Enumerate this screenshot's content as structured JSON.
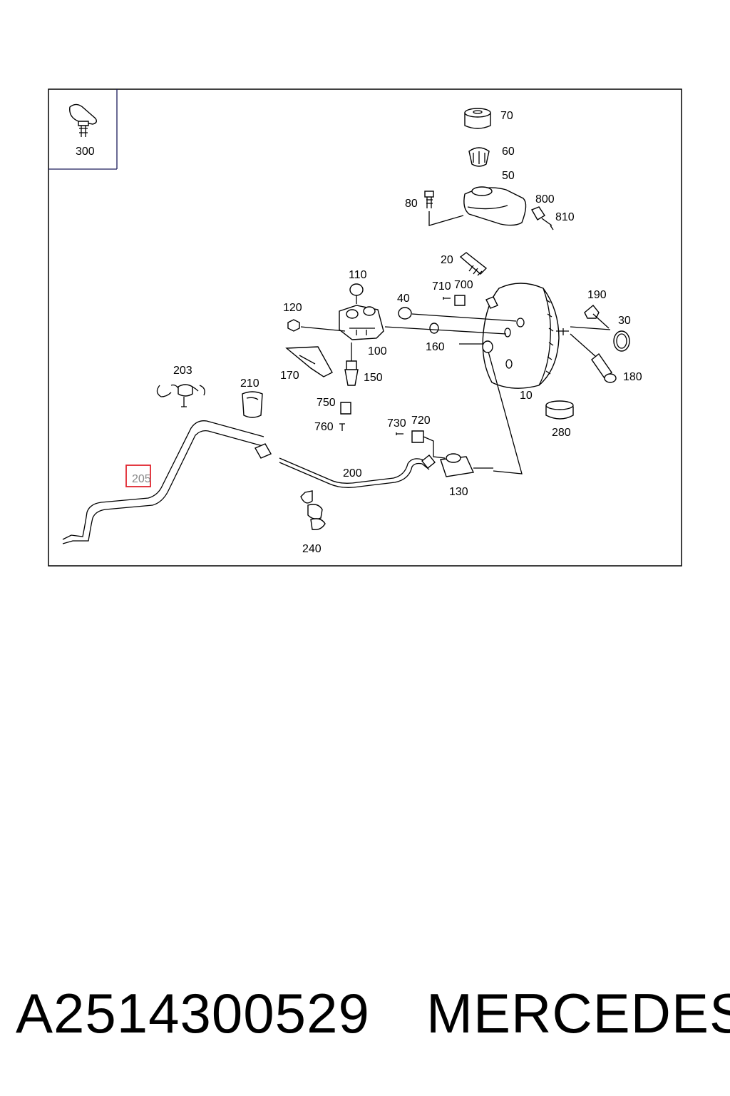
{
  "diagram": {
    "inset_label": "300",
    "labels": {
      "p10": "10",
      "p20": "20",
      "p30": "30",
      "p40": "40",
      "p50": "50",
      "p60": "60",
      "p70": "70",
      "p80": "80",
      "p100": "100",
      "p110": "110",
      "p120": "120",
      "p130": "130",
      "p150": "150",
      "p160": "160",
      "p170": "170",
      "p180": "180",
      "p190": "190",
      "p200": "200",
      "p203": "203",
      "p205": "205",
      "p210": "210",
      "p240": "240",
      "p280": "280",
      "p700": "700",
      "p710": "710",
      "p720": "720",
      "p730": "730",
      "p750": "750",
      "p760": "760",
      "p800": "800",
      "p810": "810"
    },
    "highlighted_part": "205",
    "highlight_color": "#e0242e"
  },
  "caption": {
    "part_number": "A2514300529",
    "brand": "MERCEDES"
  }
}
